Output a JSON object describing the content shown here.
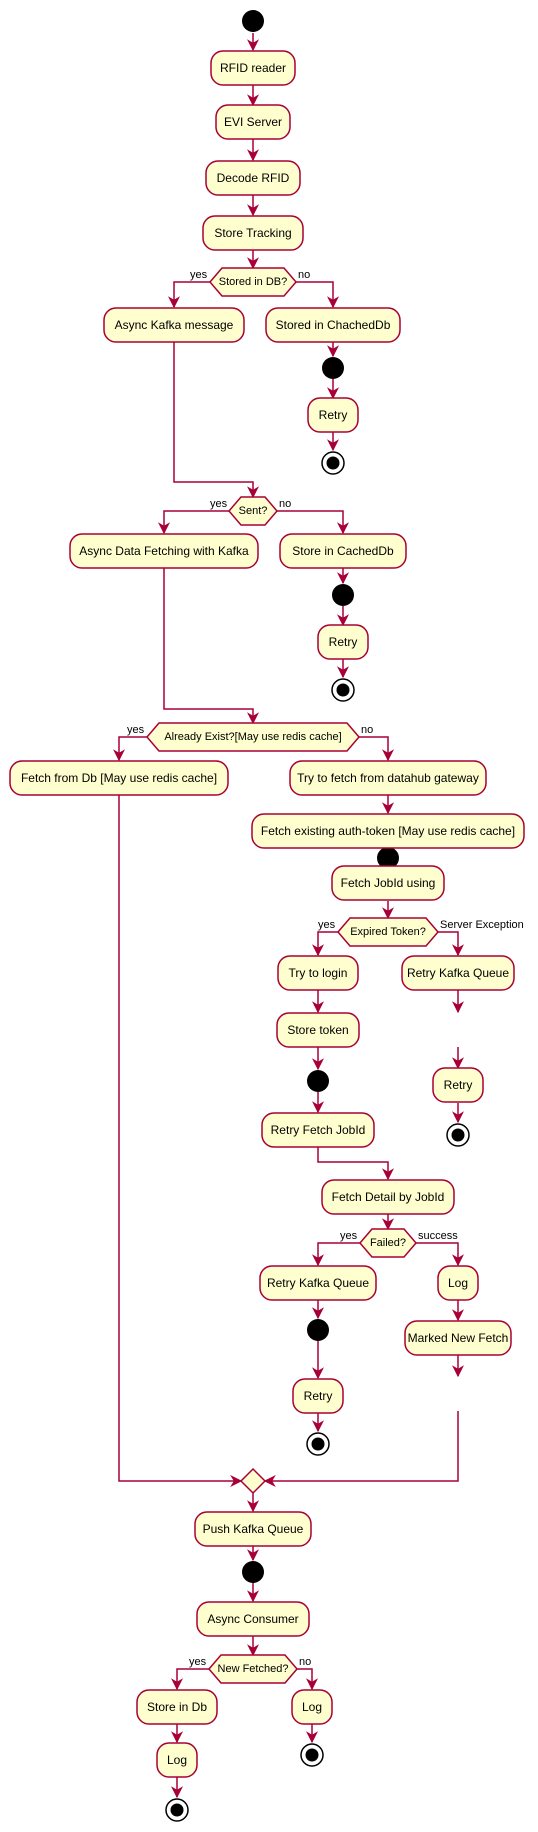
{
  "diagram": {
    "activities": {
      "rfid_reader": "RFID reader",
      "evi_server": "EVI Server",
      "decode_rfid": "Decode RFID",
      "store_tracking": "Store Tracking",
      "async_kafka_message": "Async Kafka message",
      "stored_in_chacheddb": "Stored in ChachedDb",
      "retry_1": "Retry",
      "async_data_fetching": "Async Data Fetching with Kafka",
      "store_in_cacheddb": "Store in CachedDb",
      "retry_2": "Retry",
      "fetch_from_db": "Fetch from Db [May use redis cache]",
      "try_fetch_datahub": "Try to fetch from datahub gateway",
      "fetch_auth_token": "Fetch existing auth-token [May use redis cache]",
      "fetch_jobid": "Fetch JobId using",
      "try_login": "Try to login",
      "retry_kafka_queue_1": "Retry Kafka Queue",
      "store_token": "Store token",
      "retry_3": "Retry",
      "retry_fetch_jobid": "Retry Fetch JobId",
      "fetch_detail": "Fetch Detail by JobId",
      "retry_kafka_queue_2": "Retry Kafka Queue",
      "log_1": "Log",
      "marked_new_fetch": "Marked New Fetch",
      "retry_4": "Retry",
      "push_kafka_queue": "Push Kafka Queue",
      "async_consumer": "Async Consumer",
      "store_in_db": "Store in Db",
      "log_2": "Log",
      "log_3": "Log"
    },
    "decisions": {
      "stored_in_db": "Stored in DB?",
      "sent": "Sent?",
      "already_exist": "Already Exist?[May use redis cache]",
      "expired_token": "Expired Token?",
      "failed": "Failed?",
      "new_fetched": "New Fetched?"
    },
    "labels": {
      "yes": "yes",
      "no": "no",
      "server_exception": "Server Exception",
      "success": "success"
    },
    "colors": {
      "fill": "#FEFECE",
      "border": "#A80036",
      "node": "#000000"
    }
  }
}
